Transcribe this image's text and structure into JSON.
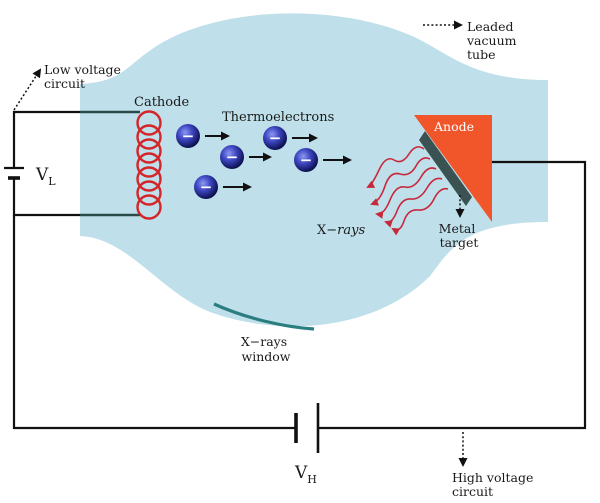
{
  "labels": {
    "leaded_vacuum_tube": [
      "Leaded",
      "vacuum",
      "tube"
    ],
    "low_voltage_circuit": [
      "Low voltage",
      "circuit"
    ],
    "cathode": "Cathode",
    "thermoelectrons": "Thermoelectrons",
    "anode": "Anode",
    "xrays_prefix": "X−",
    "xrays_italic": "rays",
    "metal_target": [
      "Metal",
      "target"
    ],
    "xrays_window": [
      "X−rays",
      "window"
    ],
    "high_voltage_circuit": [
      "High voltage",
      "circuit"
    ],
    "vl_main": "V",
    "vl_sub": "L",
    "vh_main": "V",
    "vh_sub": "H",
    "electron_sign": "−"
  },
  "colors": {
    "tube_fill": "#bfe0ea",
    "coil": "#d4252a",
    "anode": "#f0562a",
    "target": "#3a5352",
    "xrays": "#c8283c",
    "window": "#2a7d80",
    "wire": "#111111",
    "electron_light": "#6a78e6",
    "electron_dark": "#10156a"
  }
}
